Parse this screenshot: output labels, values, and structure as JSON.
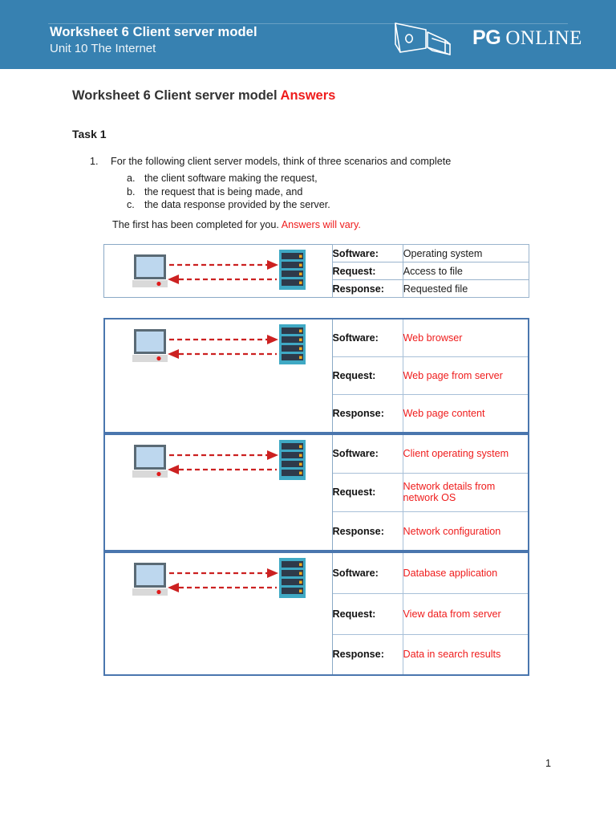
{
  "header": {
    "worksheet_title": "Worksheet 6 Client server model",
    "unit_subtitle": "Unit 10 The Internet",
    "logo_primary": "PG",
    "logo_secondary": "ONLINE",
    "background_color": "#3781b1"
  },
  "document": {
    "title_main": "Worksheet 6 Client server model",
    "title_answers": "Answers",
    "answers_color": "#ef1c1c",
    "task_heading": "Task 1",
    "question_number": "1.",
    "question_text": "For the following client server models, think of three scenarios and complete",
    "sub_items": [
      {
        "marker": "a.",
        "text": "the client software making the request,"
      },
      {
        "marker": "b.",
        "text": "the request that is being made, and"
      },
      {
        "marker": "c.",
        "text": "the data response provided by the server."
      }
    ],
    "first_note": "The first has been completed for you.",
    "first_note_red": "Answers will vary.",
    "page_number": "1"
  },
  "row_labels": {
    "software": "Software:",
    "request": "Request:",
    "response": "Response:"
  },
  "tables": {
    "example": {
      "software": "Operating system",
      "request": "Access to file",
      "response": "Requested file"
    },
    "answers": [
      {
        "software": "Web browser",
        "request": "Web page from server",
        "response": "Web page content"
      },
      {
        "software": "Client operating system",
        "request": "Network details from network OS",
        "response": "Network configuration"
      },
      {
        "software": "Database application",
        "request": "View data from server",
        "response": "Data in search results"
      }
    ]
  },
  "diagram": {
    "client_label": "client-monitor",
    "server_label": "server-rack",
    "request_arrow": "arrow-right-request",
    "response_arrow": "arrow-left-response",
    "arrow_color": "#cc2121",
    "server_color": "#3fa9c4",
    "screen_color": "#bdd7ee"
  }
}
